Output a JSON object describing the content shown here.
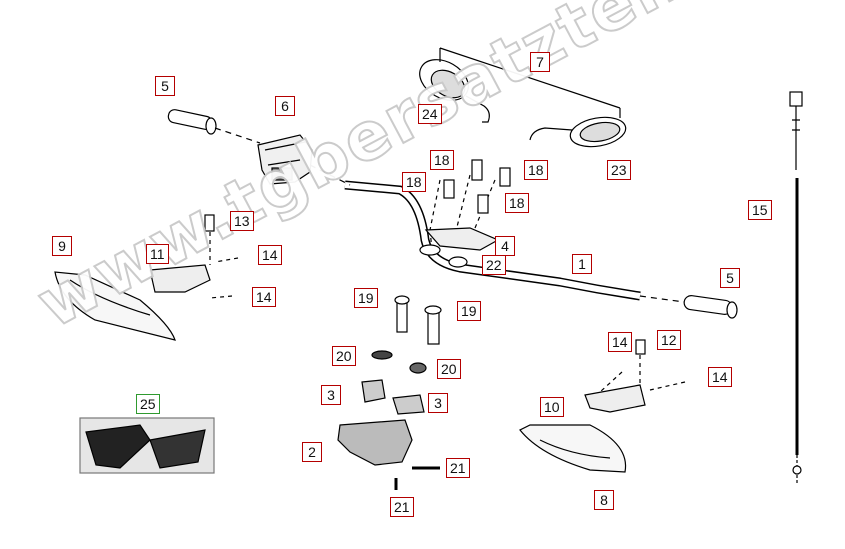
{
  "watermark": "www.tgbersatzteile.de",
  "callouts": {
    "c1": "1",
    "c2": "2",
    "c3a": "3",
    "c3b": "3",
    "c4": "4",
    "c5a": "5",
    "c5b": "5",
    "c6": "6",
    "c7": "7",
    "c8": "8",
    "c9": "9",
    "c10": "10",
    "c11": "11",
    "c12": "12",
    "c13": "13",
    "c14a": "14",
    "c14b": "14",
    "c14c": "14",
    "c14d": "14",
    "c15": "15",
    "c18a": "18",
    "c18b": "18",
    "c18c": "18",
    "c19a": "19",
    "c19b": "19",
    "c20a": "20",
    "c20b": "20",
    "c21a": "21",
    "c21b": "21",
    "c22": "22",
    "c23": "23",
    "c24": "24",
    "c25": "25"
  }
}
